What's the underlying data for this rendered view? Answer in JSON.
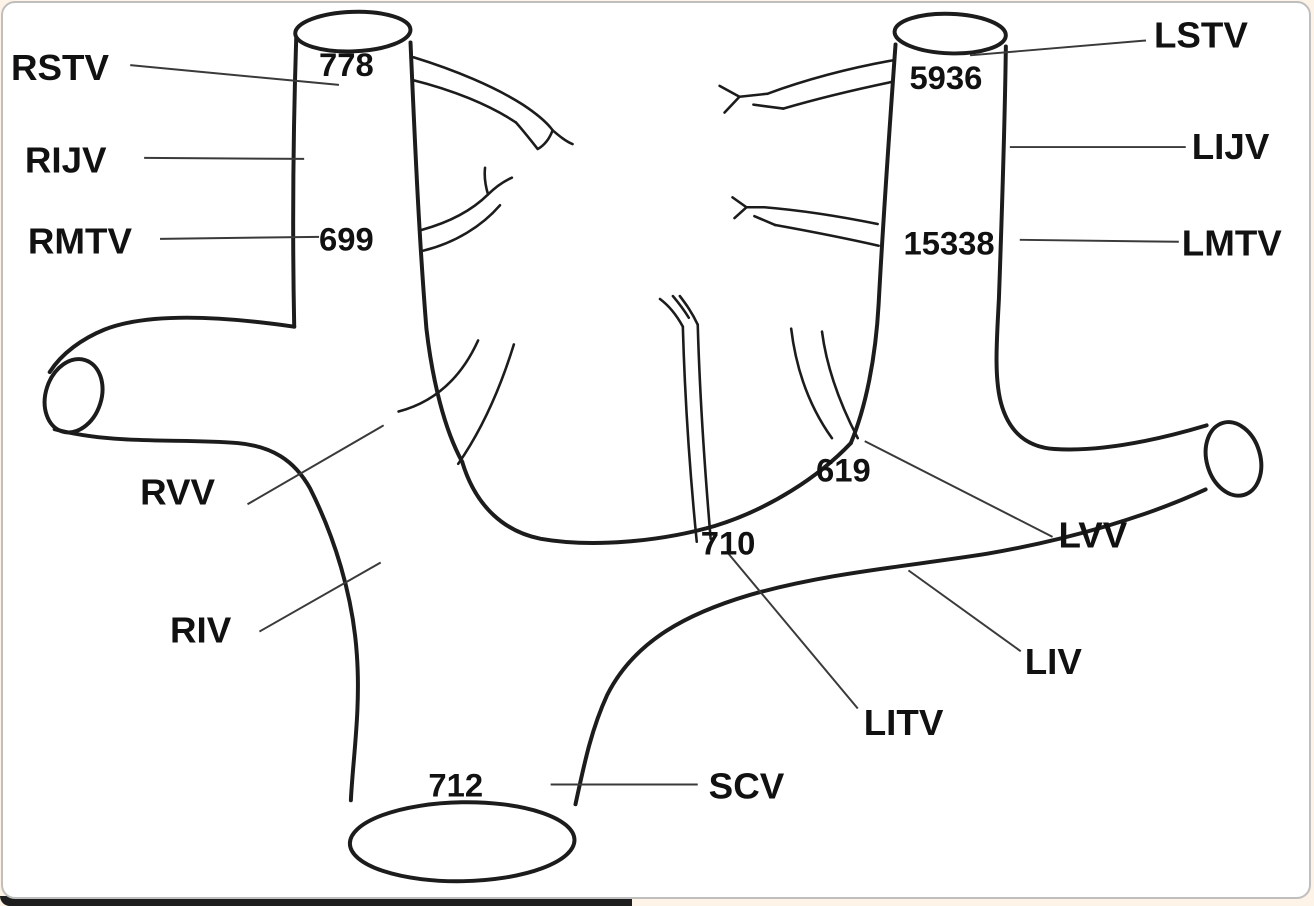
{
  "figure": {
    "labels": {
      "rstv": "RSTV",
      "rijv": "RIJV",
      "rmtv": "RMTV",
      "rvv": "RVV",
      "riv": "RIV",
      "lstv": "LSTV",
      "lijv": "LIJV",
      "lmtv": "LMTV",
      "lvv": "LVV",
      "liv": "LIV",
      "litv": "LITV",
      "scv": "SCV"
    },
    "values": {
      "rstv_site": "778",
      "rmtv_site": "699",
      "lstv_site": "5936",
      "lmtv_site": "15338",
      "lvv_site": "619",
      "litv_site": "710",
      "scv_site": "712"
    },
    "colors": {
      "line": "#1c1c1c",
      "background": "#ffffff",
      "page_background": "#fdf4e7"
    }
  }
}
